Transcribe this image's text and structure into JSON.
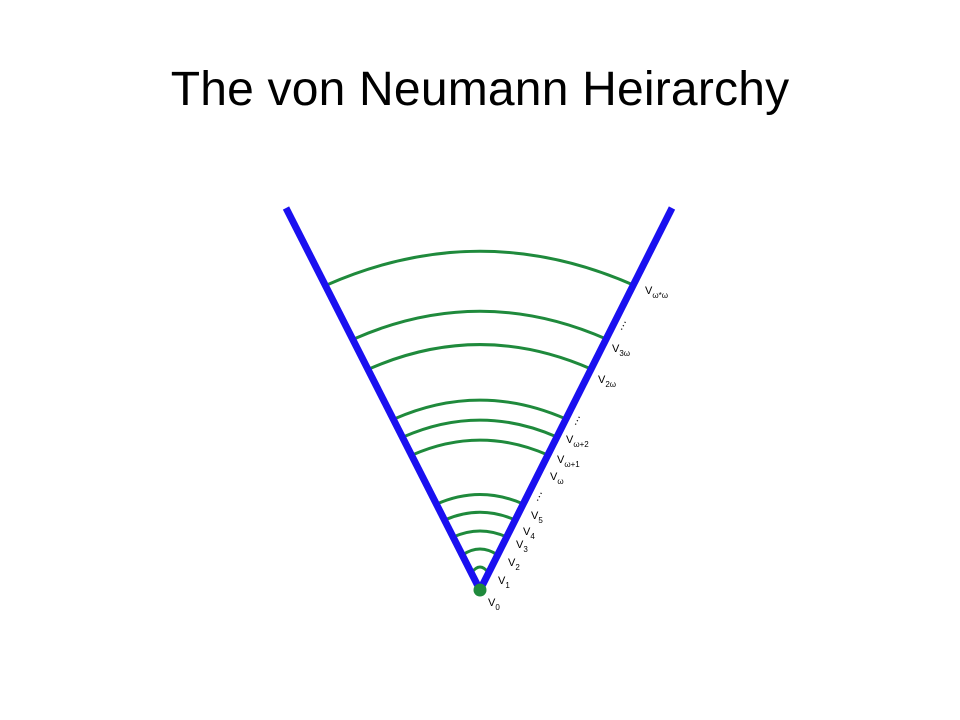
{
  "title": "The von Neumann Heirarchy",
  "colors": {
    "cone": "#1a10f0",
    "levels": "#1f8a3c",
    "point": "#1f8a3c",
    "text": "#000000"
  },
  "levels": [
    {
      "id": "v0",
      "base": "V",
      "sub": "0"
    },
    {
      "id": "v1",
      "base": "V",
      "sub": "1"
    },
    {
      "id": "v2",
      "base": "V",
      "sub": "2"
    },
    {
      "id": "v3",
      "base": "V",
      "sub": "3"
    },
    {
      "id": "v4",
      "base": "V",
      "sub": "4"
    },
    {
      "id": "v5",
      "base": "V",
      "sub": "5"
    },
    {
      "id": "vw",
      "base": "V",
      "sub": "ω"
    },
    {
      "id": "vw1",
      "base": "V",
      "sub": "ω+1"
    },
    {
      "id": "vw2",
      "base": "V",
      "sub": "ω+2"
    },
    {
      "id": "v2w",
      "base": "V",
      "sub": "2ω"
    },
    {
      "id": "v3w",
      "base": "V",
      "sub": "3ω"
    },
    {
      "id": "vww",
      "base": "V",
      "sub": "ω*ω"
    }
  ],
  "ellipsis": "…"
}
